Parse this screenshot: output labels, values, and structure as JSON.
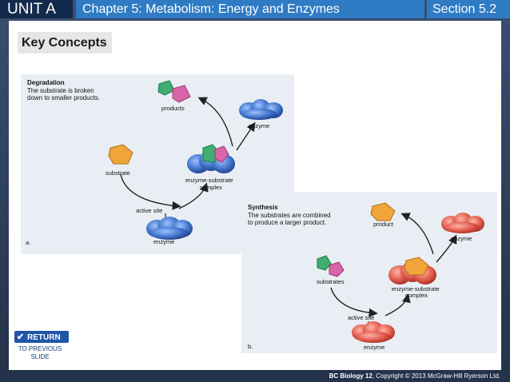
{
  "header": {
    "unit": "UNIT A",
    "chapter": "Chapter 5: Metabolism: Energy and Enzymes",
    "section": "Section 5.2"
  },
  "key_concepts": "Key Concepts",
  "degradation": {
    "title": "Degradation",
    "desc_line1": "The substrate is broken",
    "desc_line2": "down to smaller products.",
    "products": "products",
    "enzyme_top": "enzyme",
    "substrate": "substrate",
    "complex_line1": "enzyme-substrate",
    "complex_line2": "complex",
    "active_site": "active site",
    "enzyme_bottom": "enzyme",
    "panel_letter": "a."
  },
  "synthesis": {
    "title": "Synthesis",
    "desc_line1": "The substrates are combined",
    "desc_line2": "to produce a larger product.",
    "product": "product",
    "enzyme_top": "enzyme",
    "substrates": "substrates",
    "complex_line1": "enzyme-substrate",
    "complex_line2": "complex",
    "active_site": "active site",
    "enzyme_bottom": "enzyme",
    "panel_letter": "b."
  },
  "return_button": {
    "label": "RETURN",
    "sub_line1": "TO PREVIOUS",
    "sub_line2": "SLIDE"
  },
  "footer": {
    "title": "BC Biology 12",
    "copyright": ", Copyright © 2013 McGraw-Hill Ryerson Ltd."
  },
  "colors": {
    "header_dark": "#142a4d",
    "header_blue": "#2f7bc4",
    "enzyme_blue": "#3f72c9",
    "enzyme_red": "#e0584a",
    "substrate_orange": "#f0a53a",
    "product_green": "#3fae6f",
    "product_pink": "#d865a8"
  }
}
